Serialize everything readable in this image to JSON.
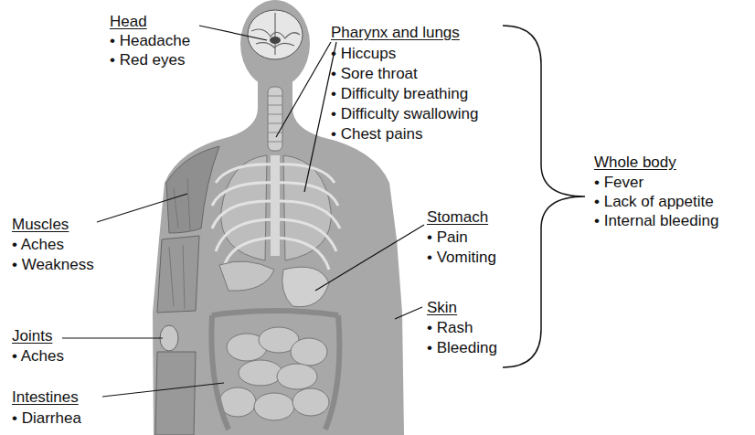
{
  "diagram": {
    "labels": [
      "Head",
      "• Headache",
      "• Red eyes",
      "Pharynx and lungs",
      "• Hiccups",
      "• Sore throat",
      "• Difficulty breathing",
      "• Difficulty swallowing",
      "• Chest pains",
      "Whole body",
      "• Fever",
      "• Lack of appetite",
      "• Internal bleeding",
      "Muscles",
      "• Aches",
      "• Weakness",
      "Stomach",
      "• Pain",
      "• Vomiting",
      "Skin",
      "• Rash",
      "• Bleeding",
      "Joints",
      "• Aches",
      "Intestines",
      "• Diarrhea"
    ]
  }
}
